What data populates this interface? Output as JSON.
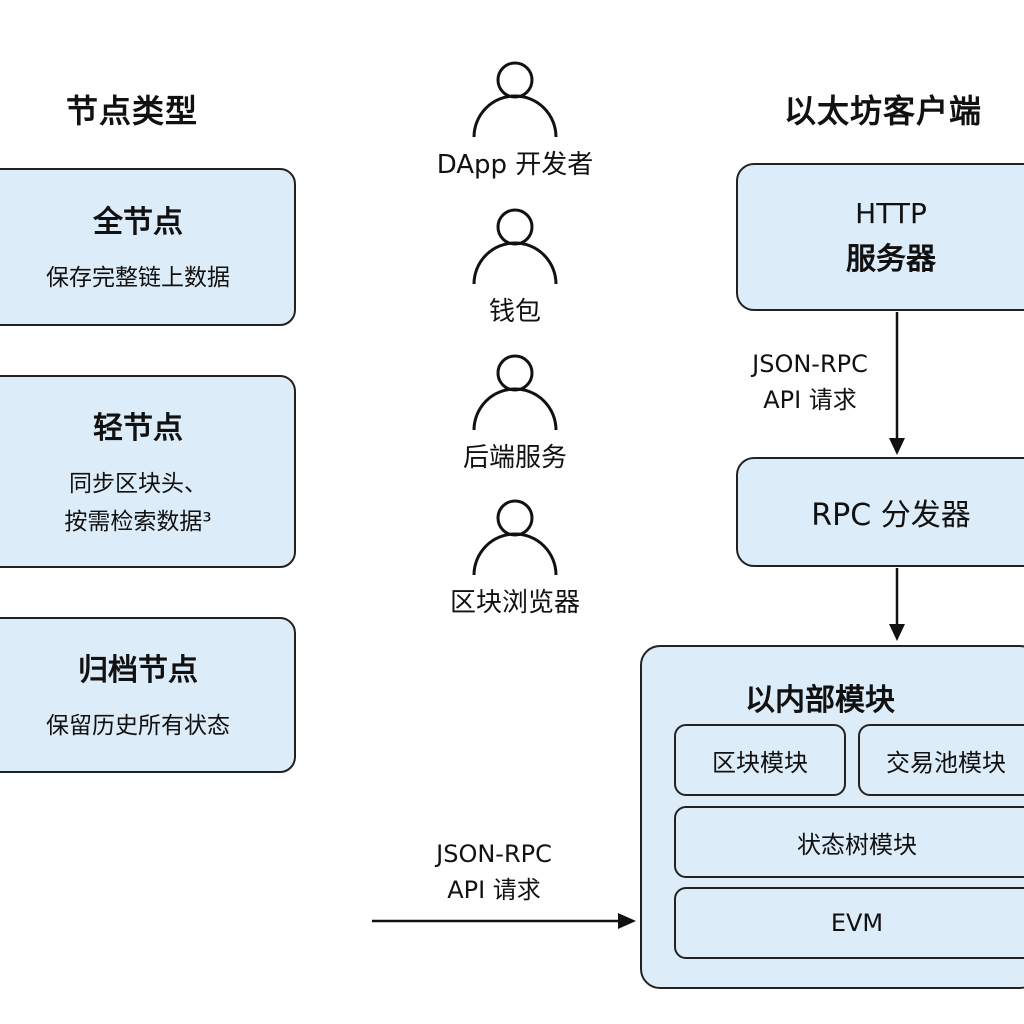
{
  "left_heading": "节点类型",
  "right_heading": "以太坊客户端",
  "node_types": [
    {
      "title": "全节点",
      "desc": [
        "保存完整链上数据"
      ]
    },
    {
      "title": "轻节点",
      "desc": [
        "同步区块头、",
        "按需检索数据³"
      ]
    },
    {
      "title": "归档节点",
      "desc": [
        "保留历史所有状态"
      ]
    }
  ],
  "actors": [
    {
      "label": "DApp 开发者",
      "icon": "person-icon"
    },
    {
      "label": "钱包",
      "icon": "person-icon"
    },
    {
      "label": "后端服务",
      "icon": "person-icon"
    },
    {
      "label": "区块浏览器",
      "icon": "person-icon"
    }
  ],
  "client": {
    "http_server": {
      "line1": "HTTP",
      "line2": "服务器"
    },
    "request_label": {
      "line1": "JSON-RPC",
      "line2": "API 请求"
    },
    "rpc_dispatcher": "RPC 分发器",
    "internal_modules": {
      "title": "以内部模块",
      "modules": [
        "区块模块",
        "交易池模块",
        "状态树模块",
        "EVM"
      ]
    }
  },
  "bottom_request_label": {
    "line1": "JSON-RPC",
    "line2": "API 请求"
  },
  "colors": {
    "box_fill": "#dcecf8",
    "stroke": "#222222"
  }
}
